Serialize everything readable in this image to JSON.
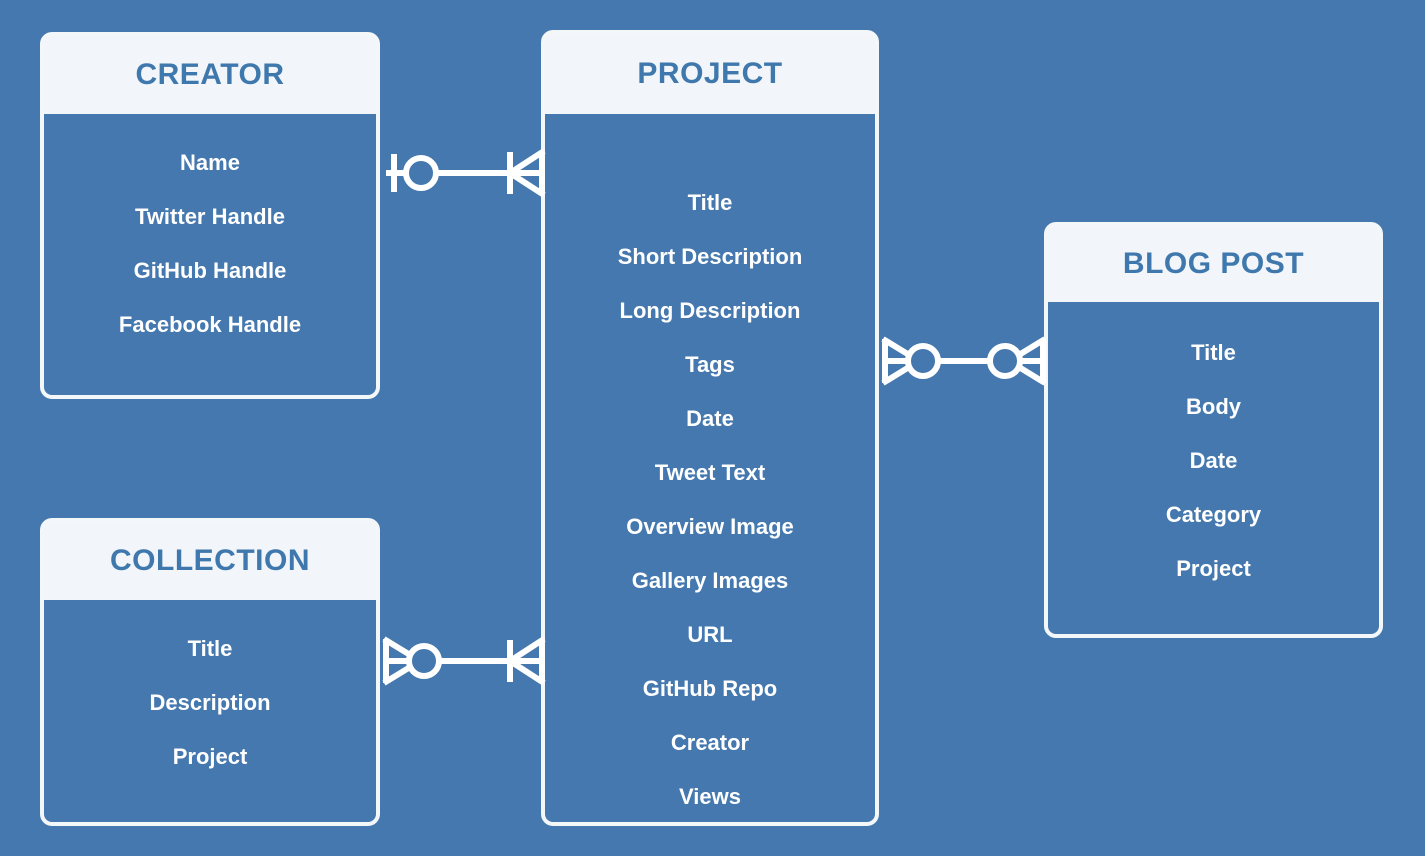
{
  "diagram": {
    "type": "entity-relationship-diagram",
    "notation": "crow's foot",
    "background_color": "#4478ae",
    "header_background_color": "#f2f5f9",
    "header_text_color": "#3e78ad",
    "field_text_color": "#ffffff",
    "line_color": "#ffffff"
  },
  "entities": [
    {
      "id": "creator",
      "name": "CREATOR",
      "fields": [
        "Name",
        "Twitter Handle",
        "GitHub Handle",
        "Facebook Handle"
      ]
    },
    {
      "id": "project",
      "name": "PROJECT",
      "fields": [
        "Title",
        "Short Description",
        "Long Description",
        "Tags",
        "Date",
        "Tweet Text",
        "Overview Image",
        "Gallery Images",
        "URL",
        "GitHub Repo",
        "Creator",
        "Views"
      ]
    },
    {
      "id": "blogpost",
      "name": "BLOG POST",
      "fields": [
        "Title",
        "Body",
        "Date",
        "Category",
        "Project"
      ]
    },
    {
      "id": "collection",
      "name": "COLLECTION",
      "fields": [
        "Title",
        "Description",
        "Project"
      ]
    }
  ],
  "relationships": [
    {
      "id": "creator-project",
      "from": "creator",
      "to": "project",
      "from_cardinality": "zero or one",
      "to_cardinality": "one or many",
      "from_symbol": "bar-circle",
      "to_symbol": "bar-crowsfoot"
    },
    {
      "id": "project-blogpost",
      "from": "project",
      "to": "blogpost",
      "from_cardinality": "zero or many",
      "to_cardinality": "zero or many",
      "from_symbol": "crowsfoot-circle",
      "to_symbol": "circle-crowsfoot"
    },
    {
      "id": "collection-project",
      "from": "collection",
      "to": "project",
      "from_cardinality": "zero or many",
      "to_cardinality": "one or many",
      "from_symbol": "crowsfoot-circle",
      "to_symbol": "bar-crowsfoot"
    }
  ]
}
